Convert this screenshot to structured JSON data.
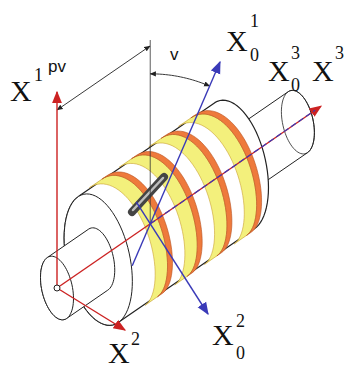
{
  "diagram": {
    "labels": [
      "X",
      "1",
      "pv",
      "v",
      "X",
      "1",
      "0",
      "X",
      "3",
      "0",
      "X",
      "3",
      "X",
      "2",
      "X",
      "2",
      "0"
    ]
  }
}
